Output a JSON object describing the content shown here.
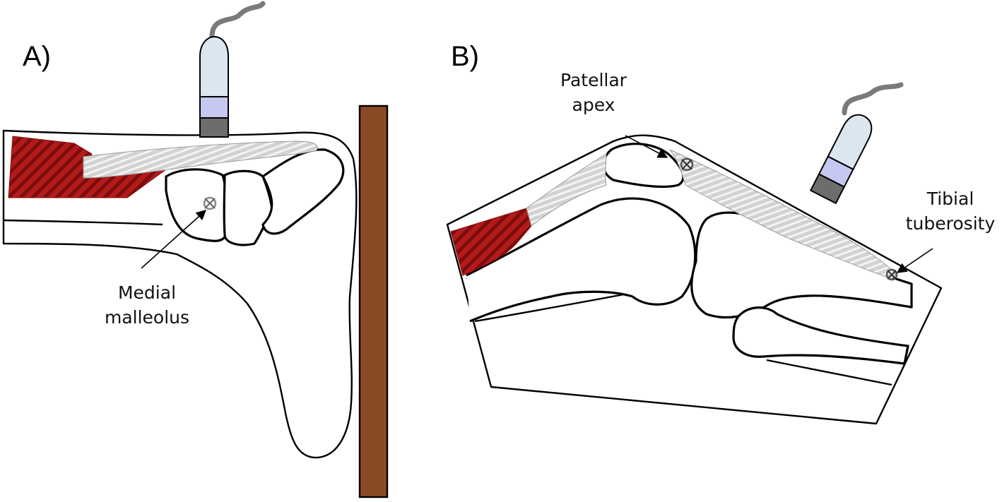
{
  "panels": {
    "a": {
      "label": "A)",
      "annotation_line1": "Medial",
      "annotation_line2": "malleolus"
    },
    "b": {
      "label": "B)",
      "annotation1_line1": "Patellar",
      "annotation1_line2": "apex",
      "annotation2_line1": "Tibial",
      "annotation2_line2": "tuberosity"
    }
  },
  "colors": {
    "muscle": "#b31b1b",
    "muscle_stripe": "#7d0c0c",
    "tendon": "#d2d2d2",
    "tendon_stripe": "#f2f2f2",
    "board": "#8b4a26",
    "probe_body": "#dce6f1",
    "probe_band": "#c6c8f2",
    "probe_tip": "#6d6d6d",
    "cable": "#7a7a7a"
  },
  "icons": {
    "probe": "ultrasound-probe-icon",
    "marker": "crosshair-marker-icon"
  }
}
